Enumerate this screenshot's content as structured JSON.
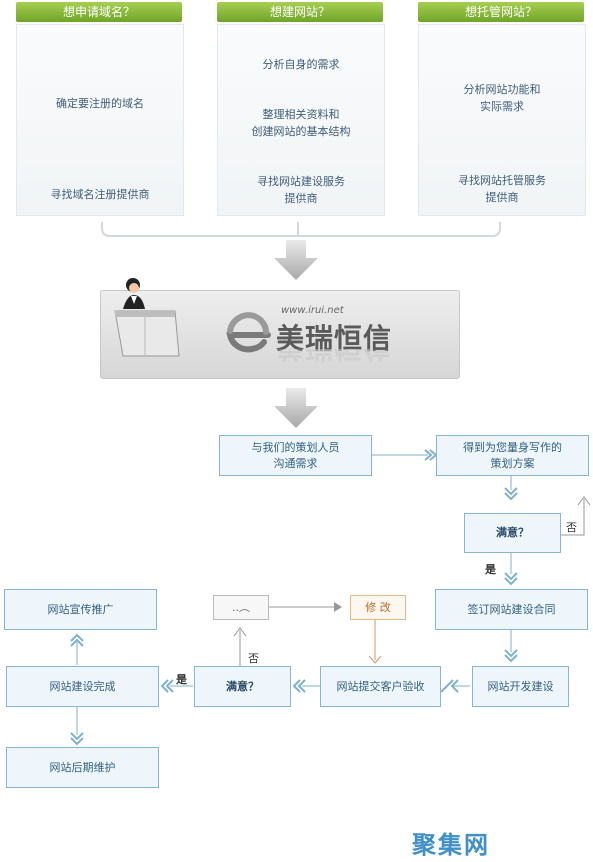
{
  "top": {
    "col1": {
      "title": "想申请域名？",
      "step1": "确定要注册的域名",
      "step2": "寻找域名注册提供商"
    },
    "col2": {
      "title": "想建网站？",
      "step1": "分析自身的需求",
      "step2_l1": "整理相关资料和",
      "step2_l2": "创建网站的基本结构",
      "step3_l1": "寻找网站建设服务",
      "step3_l2": "提供商"
    },
    "col3": {
      "title": "想托管网站？",
      "step1_l1": "分析网站功能和",
      "step1_l2": "实际需求",
      "step2_l1": "寻找网站托管服务",
      "step2_l2": "提供商"
    }
  },
  "banner": {
    "url": "www.irui.net",
    "brand": "美瑞恒信"
  },
  "flow": {
    "communicate_l1": "与我们的策划人员",
    "communicate_l2": "沟通需求",
    "plan_l1": "得到为您量身写作的",
    "plan_l2": "策划方案",
    "satisfied1": "满意？",
    "no1": "否",
    "yes1": "是",
    "contract": "签订网站建设合同",
    "develop": "网站开发建设",
    "submit": "网站提交客户验收",
    "modify": "修 改",
    "sad_face": "..︵",
    "satisfied2": "满意？",
    "no2": "否",
    "yes2": "是",
    "done": "网站建设完成",
    "promote": "网站宣传推广",
    "maintain": "网站后期维护"
  },
  "watermark": "聚集网"
}
